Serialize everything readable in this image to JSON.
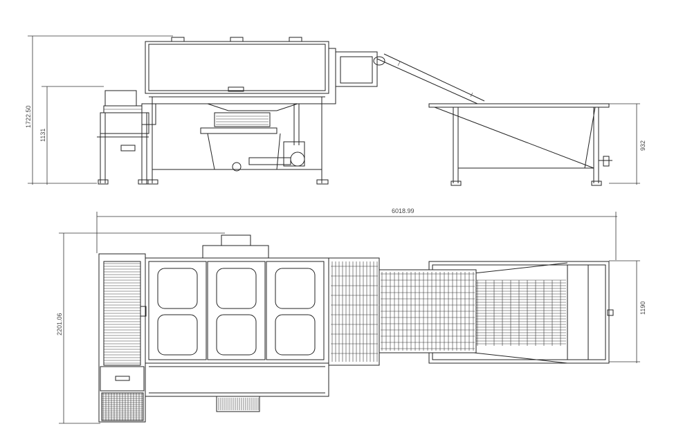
{
  "drawing": {
    "side_view": {
      "dimensions": {
        "overall_height": "1722.50",
        "hopper_height": "1131",
        "tank_height": "932"
      }
    },
    "top_view": {
      "dimensions": {
        "overall_length": "6018.99",
        "overall_width": "2201.06",
        "tank_width": "1190"
      }
    },
    "line_color": "#222222"
  }
}
